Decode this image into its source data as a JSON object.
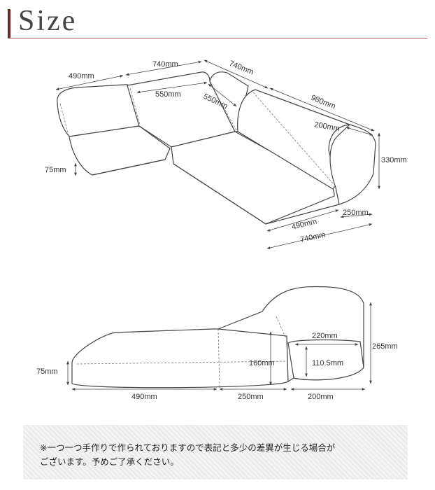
{
  "header": {
    "title": "Size"
  },
  "top_view": {
    "d_back_left": "490mm",
    "d_back_mid": "740mm",
    "d_back_right": "740mm",
    "d_inner_left": "550mm",
    "d_inner_right": "550mm",
    "d_long_side": "980mm",
    "d_arm_depth": "200mm",
    "d_height": "330mm",
    "d_seat_height": "75mm",
    "d_front_seat": "490mm",
    "d_front_arm": "250mm",
    "d_front_total": "740mm"
  },
  "side_view": {
    "d_seat_height": "75mm",
    "d_back_height": "160mm",
    "d_arm_top": "220mm",
    "d_arm_inner": "110.5mm",
    "d_total_height": "265mm",
    "d_seat_length": "490mm",
    "d_back_length": "250mm",
    "d_arm_length": "200mm"
  },
  "note": {
    "line1": "※一つ一つ手作りで作られておりますので表記と多少の差異が生じる場合が",
    "line2": "ございます。予めご了承ください。"
  }
}
